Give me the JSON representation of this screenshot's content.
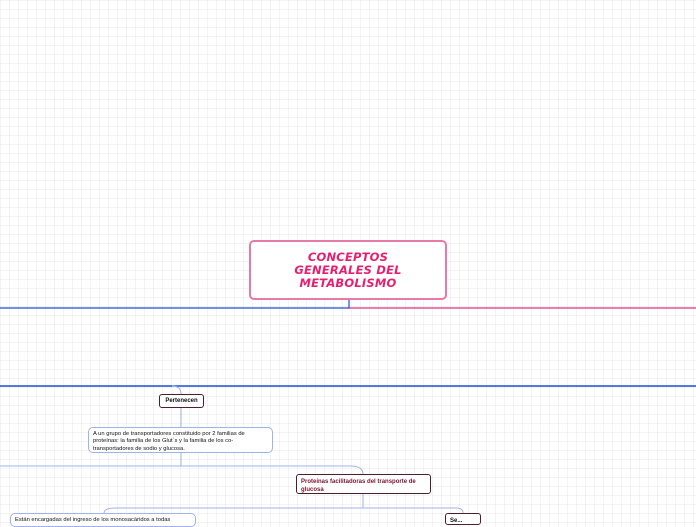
{
  "root": {
    "title": "CONCEPTOS GENERALES DEL METABOLISMO"
  },
  "nodes": {
    "pertenecen": "Pertenecen",
    "grupo_transportadores": "A un grupo de transportadores constituido por 2 familias de proteínas: la familia de los Glut´s  y la familia de los co-transportadores de sodio y glucosa.",
    "proteinas_facilitadoras": "Proteínas facilitadoras del transporte de glucosa",
    "fragment_left": "Están encargadas del ingreso de los  monosacáridos a todas",
    "fragment_right": "Se..."
  },
  "colors": {
    "root_text": "#e81f6f",
    "root_border": "#e87aa6",
    "branch_blue": "#1a4fd6",
    "branch_pink": "#d63384",
    "text_node_border": "#9fb3e8",
    "node_border_dark": "#4a1f2c",
    "proteinas_text": "#7a1430"
  }
}
